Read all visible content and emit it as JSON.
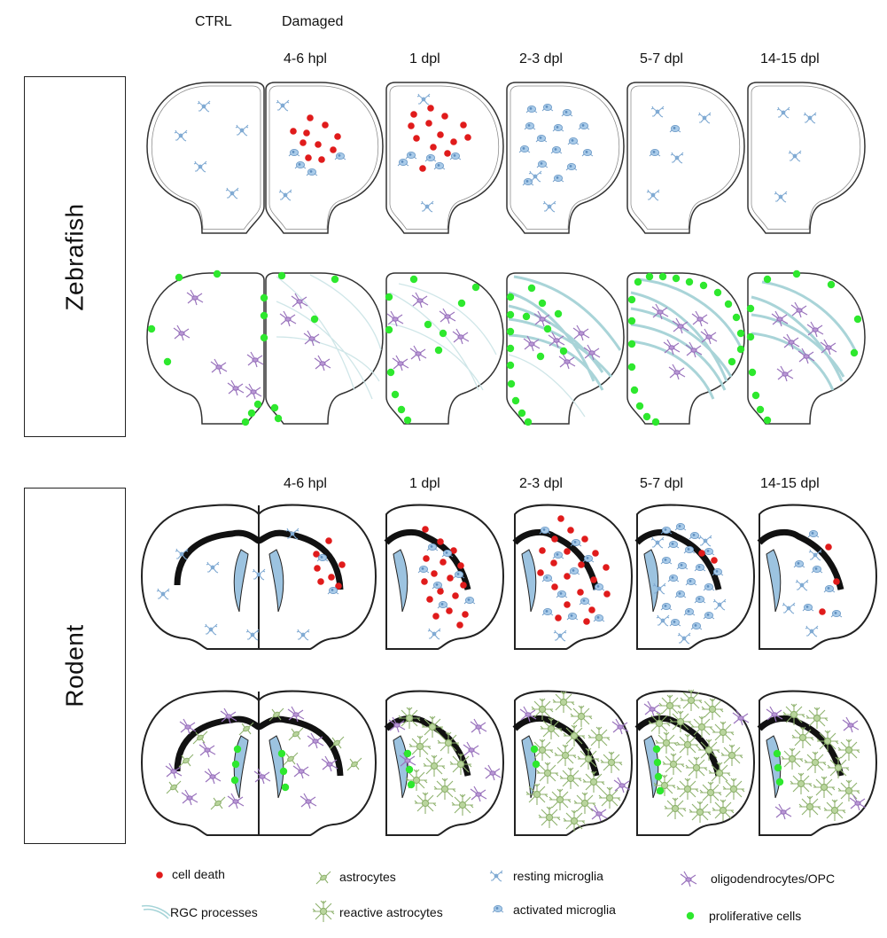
{
  "headers": {
    "ctrl": "CTRL",
    "damaged": "Damaged",
    "timepoints": [
      "4-6 hpl",
      "1 dpl",
      "2-3 dpl",
      "5-7 dpl",
      "14-15 dpl"
    ]
  },
  "groups": {
    "zebrafish": "Zebrafish",
    "rodent": "Rodent"
  },
  "legend": [
    {
      "label": "cell death",
      "icon": "red-dot"
    },
    {
      "label": "astrocytes",
      "icon": "astrocyte"
    },
    {
      "label": "resting microglia",
      "icon": "resting-microglia"
    },
    {
      "label": "oligodendrocytes/OPC",
      "icon": "oligodendrocyte"
    },
    {
      "label": "RGC processes",
      "icon": "rgc-process"
    },
    {
      "label": "reactive astrocytes",
      "icon": "reactive-astrocyte"
    },
    {
      "label": "activated microglia",
      "icon": "activated-microglia"
    },
    {
      "label": "proliferative cells",
      "icon": "green-dot"
    }
  ],
  "colors": {
    "cell_death": "#e01b1b",
    "proliferative": "#2ee82e",
    "microglia": "#8fb8de",
    "oligodendrocyte": "#a07cc0",
    "astrocyte": "#a8c88a",
    "rgc": "#a6d4d8",
    "outline": "#333333",
    "ventricle": "#9cc3e0"
  }
}
